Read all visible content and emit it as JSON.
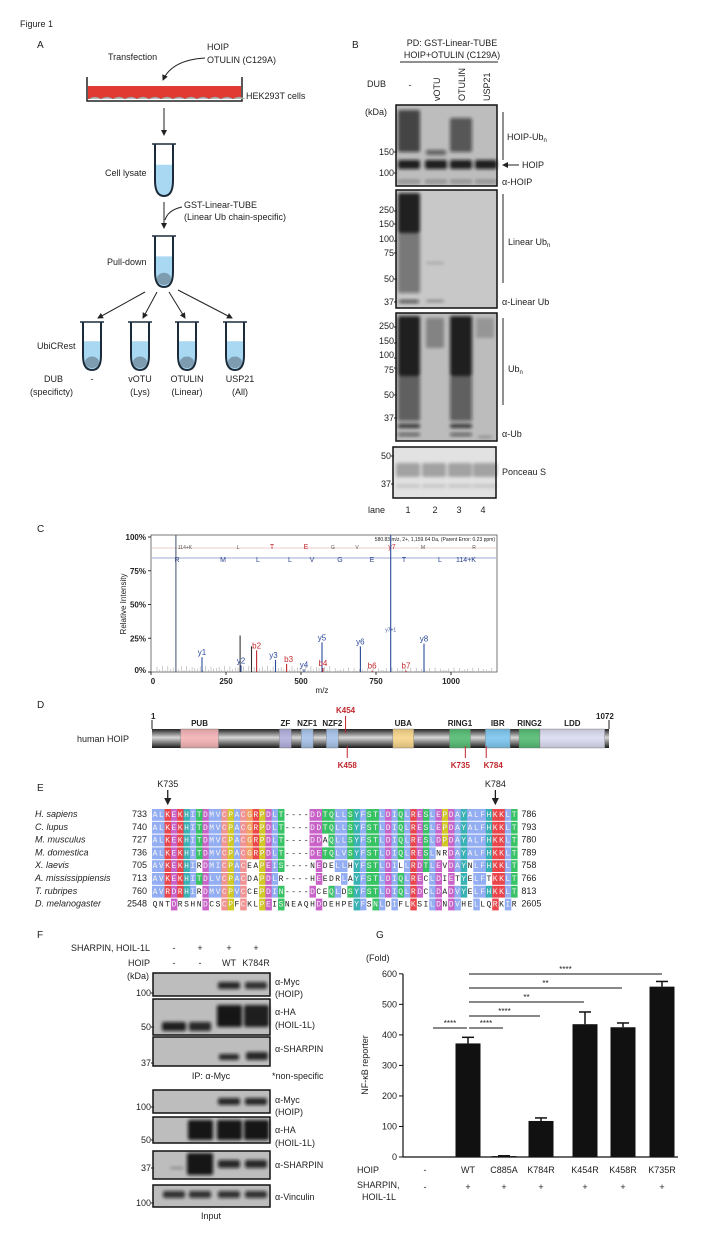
{
  "figure_title": "Figure 1",
  "panel_labels": {
    "A": "A",
    "B": "B",
    "C": "C",
    "D": "D",
    "E": "E",
    "F": "F",
    "G": "G"
  },
  "panelA": {
    "transfection": "Transfection",
    "plasmid1": "HOIP",
    "plasmid2": "OTULIN (C129A)",
    "cells": "HEK293T cells",
    "lysate": "Cell lysate",
    "tube_reagent": "GST-Linear-TUBE",
    "tube_specificity": "(Linear Ub chain-specific)",
    "pulldown": "Pull-down",
    "ubicrest": "UbiCRest",
    "dub_label": "DUB",
    "specificity_label": "(specificty)",
    "dubs": [
      {
        "name": "-",
        "spec": ""
      },
      {
        "name": "vOTU",
        "spec": "(Lys)"
      },
      {
        "name": "OTULIN",
        "spec": "(Linear)"
      },
      {
        "name": "USP21",
        "spec": "(All)"
      }
    ]
  },
  "panelB": {
    "title1": "PD: GST-Linear-TUBE",
    "title2": "HOIP+OTULIN (C129A)",
    "dub_label": "DUB",
    "lanes": [
      "-",
      "vOTU",
      "OTULIN",
      "USP21"
    ],
    "kda": "(kDa)",
    "blot1": {
      "markers": [
        "150",
        "100"
      ],
      "label1": "HOIP-Ub",
      "label2": "HOIP",
      "antibody": "α-HOIP"
    },
    "blot2": {
      "markers": [
        "250",
        "150",
        "100",
        "75",
        "50",
        "37"
      ],
      "label": "Linear Ub",
      "antibody": "α-Linear Ub"
    },
    "blot3": {
      "markers": [
        "250",
        "150",
        "100",
        "75",
        "50",
        "37"
      ],
      "label": "Ub",
      "antibody": "α-Ub"
    },
    "blot4": {
      "markers": [
        "50",
        "37"
      ],
      "label": "Ponceau S"
    },
    "sub_n": "n",
    "lane_label": "lane",
    "lane_numbers": [
      "1",
      "2",
      "3",
      "4"
    ]
  },
  "panelC": {
    "header": "580.83 m/z, 2+, 1,159.64 Da, (Parent Error: 0.23 ppm)",
    "b_series": [
      "114+K",
      "L",
      "T",
      "E",
      "G",
      "V",
      "y7",
      "M",
      "R"
    ],
    "y_series": [
      "R",
      "M",
      "L",
      "L",
      "V",
      "G",
      "E",
      "T",
      "L",
      "114+K"
    ],
    "chart_data": {
      "type": "bar",
      "title": "",
      "xlabel": "m/z",
      "ylabel": "Relative Intensity",
      "xlim": [
        0,
        1150
      ],
      "ylim": [
        0,
        100
      ],
      "xticks": [
        "0",
        "250",
        "500",
        "750",
        "1000"
      ],
      "yticks": [
        "0%",
        "25%",
        "50%",
        "75%",
        "100%"
      ],
      "peaks": [
        {
          "mz": 83,
          "intensity": 100,
          "label": "",
          "ion": "precursor"
        },
        {
          "mz": 170,
          "intensity": 11,
          "label": "y1",
          "ion": "y"
        },
        {
          "mz": 297,
          "intensity": 27,
          "label": "",
          "ion": "none"
        },
        {
          "mz": 300,
          "intensity": 5,
          "label": "y2",
          "ion": "y"
        },
        {
          "mz": 335,
          "intensity": 19,
          "label": "",
          "ion": "none"
        },
        {
          "mz": 352,
          "intensity": 16,
          "label": "b2",
          "ion": "b"
        },
        {
          "mz": 415,
          "intensity": 9,
          "label": "y3",
          "ion": "y"
        },
        {
          "mz": 452,
          "intensity": 6,
          "label": "b3",
          "ion": "b"
        },
        {
          "mz": 510,
          "intensity": 2,
          "label": "y4",
          "ion": "y"
        },
        {
          "mz": 570,
          "intensity": 22,
          "label": "y5",
          "ion": "y"
        },
        {
          "mz": 573,
          "intensity": 3,
          "label": "b4",
          "ion": "b"
        },
        {
          "mz": 698,
          "intensity": 19,
          "label": "y6",
          "ion": "y"
        },
        {
          "mz": 737,
          "intensity": 1,
          "label": "b6",
          "ion": "b"
        },
        {
          "mz": 799,
          "intensity": 100,
          "label": "y7+1",
          "ion": "y"
        },
        {
          "mz": 850,
          "intensity": 1,
          "label": "b7",
          "ion": "b"
        },
        {
          "mz": 910,
          "intensity": 21,
          "label": "y8",
          "ion": "y"
        }
      ]
    }
  },
  "panelD": {
    "protein": "human HOIP",
    "start": "1",
    "end": "1072",
    "length": 1072,
    "domains": [
      {
        "name": "PUB",
        "from": 67,
        "to": 156,
        "color": "#f4b3b6"
      },
      {
        "name": "ZF",
        "from": 299,
        "to": 327,
        "color": "#b3b0de"
      },
      {
        "name": "NZF1",
        "from": 350,
        "to": 378,
        "color": "#a7c3ea"
      },
      {
        "name": "NZF2",
        "from": 409,
        "to": 437,
        "color": "#a7c3ea"
      },
      {
        "name": "UBA",
        "from": 565,
        "to": 614,
        "color": "#f8d68a"
      },
      {
        "name": "RING1",
        "from": 698,
        "to": 747,
        "color": "#55bd74"
      },
      {
        "name": "IBR",
        "from": 782,
        "to": 840,
        "color": "#7ec7f0"
      },
      {
        "name": "RING2",
        "from": 861,
        "to": 910,
        "color": "#55bd74"
      },
      {
        "name": "LDD",
        "from": 910,
        "to": 1062,
        "color": "#dcdcf2"
      }
    ],
    "sites_above": [
      {
        "label": "K454",
        "pos": 454
      }
    ],
    "sites_below": [
      {
        "label": "K458",
        "pos": 458
      },
      {
        "label": "K735",
        "pos": 735
      },
      {
        "label": "K784",
        "pos": 784
      }
    ],
    "site_color": "#c0272d"
  },
  "panelE": {
    "markers": [
      {
        "label": "K735",
        "col": 2
      },
      {
        "label": "K784",
        "col": 54
      }
    ],
    "rows": [
      {
        "species": "H. sapiens",
        "start": "733",
        "end": "786",
        "seq": "ALKEKHITDMVCPACGRPDLT----DDTQLLSYFSTLDIQLRESLEPDAYALFHKKLT"
      },
      {
        "species": "C. lupus",
        "start": "740",
        "end": "793",
        "seq": "ALKEKHITDMVCPACGRPDLT----DDTQLLSYFSTLDIQLRESLEPDAYALFHKKLT"
      },
      {
        "species": "M. musculus",
        "start": "727",
        "end": "780",
        "seq": "ALKEKHITDMVCPACGRPDLT----DDAQLLSYFSTLDIQLRESLDPDAYALFHKKLT"
      },
      {
        "species": "M. domestica",
        "start": "736",
        "end": "789",
        "seq": "ALKEKHITDMVCPACGRPDLT----DETQLVSYFSTLDIQLRESLNRDAYALFHKKLT"
      },
      {
        "species": "X. laevis",
        "start": "705",
        "end": "758",
        "seq": "AVKEKHIRDMICPACEAPEIS----NEDELLHYFSTLDILLRDTLEVDAYNLFHKKLT"
      },
      {
        "species": "A. mississippiensis",
        "start": "713",
        "end": "766",
        "seq": "AVKEKHITDLVCPACDAPDLR----HEEDRLAYFSTLDIQLRECLDIETYELFTKKLT"
      },
      {
        "species": "T. rubripes",
        "start": "760",
        "end": "813",
        "seq": "AVRDRHIRDMVCPVCCEPDIN----DCEQLDSYFSTLDIQLRDCLDADVYELFHKKLT"
      },
      {
        "species": "D. melanogaster",
        "start": "2548",
        "end": "2605",
        "seq": "QNTDRSHNDCSCPFCKLPEISNEAQHDDEHPEYFSNLDIFLKSILDNDVHELLQRKIR"
      }
    ]
  },
  "panelF": {
    "row1_label": "SHARPIN, HOIL-1L",
    "row1_values": [
      "-",
      "+",
      "+",
      "+"
    ],
    "row2_label": "HOIP",
    "row2_values": [
      "-",
      "-",
      "WT",
      "K784R"
    ],
    "kda": "(kDa)",
    "ip_blots": [
      {
        "marker": "100",
        "ab": "α-Myc",
        "target": "(HOIP)"
      },
      {
        "marker": "50",
        "ab": "α-HA",
        "target": "(HOIL-1L)"
      },
      {
        "marker": "37",
        "ab": "α-SHARPIN",
        "target": ""
      }
    ],
    "ip_label": "IP: α-Myc",
    "nonspecific": "*non-specific",
    "input_blots": [
      {
        "marker": "100",
        "ab": "α-Myc",
        "target": "(HOIP)"
      },
      {
        "marker": "50",
        "ab": "α-HA",
        "target": "(HOIL-1L)"
      },
      {
        "marker": "37",
        "ab": "α-SHARPIN",
        "target": ""
      },
      {
        "marker": "100",
        "ab": "α-Vinculin",
        "target": ""
      }
    ],
    "input_label": "Input"
  },
  "panelG": {
    "row1_label": "HOIP",
    "row2_label1": "SHARPIN,",
    "row2_label2": "HOIL-1L",
    "row2_values": [
      "-",
      "+",
      "+",
      "+",
      "+",
      "+",
      "+"
    ],
    "chart_data": {
      "type": "bar",
      "title": "",
      "xlabel": "",
      "ylabel": "NF-κB reporter",
      "yunit": "(Fold)",
      "ylim": [
        0,
        600
      ],
      "yticks": [
        "0",
        "100",
        "200",
        "300",
        "400",
        "500",
        "600"
      ],
      "categories": [
        "-",
        "WT",
        "C885A",
        "K784R",
        "K454R",
        "K458R",
        "K735R"
      ],
      "values": [
        0,
        372,
        3,
        118,
        435,
        425,
        558
      ],
      "errors": [
        0,
        20,
        1,
        10,
        40,
        14,
        17
      ],
      "significance": [
        {
          "from": "-",
          "to": "WT",
          "label": "****"
        },
        {
          "from": "WT",
          "to": "C885A",
          "label": "****"
        },
        {
          "from": "WT",
          "to": "K784R",
          "label": "****"
        },
        {
          "from": "WT",
          "to": "K454R",
          "label": "**"
        },
        {
          "from": "WT",
          "to": "K458R",
          "label": "**"
        },
        {
          "from": "WT",
          "to": "K735R",
          "label": "****"
        }
      ]
    }
  }
}
